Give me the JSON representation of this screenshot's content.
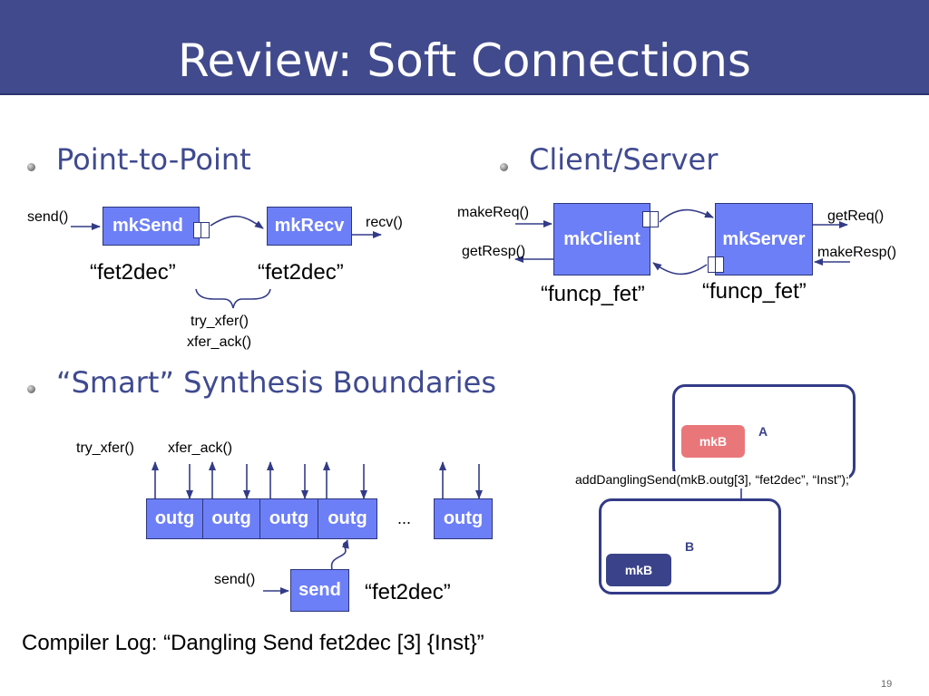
{
  "slide": {
    "title": "Review: Soft Connections",
    "page_number": "19",
    "compiler_log": "Compiler Log: “Dangling Send fet2dec [3] {Inst}”"
  },
  "sections": {
    "point_to_point": "Point-to-Point",
    "client_server": "Client/Server",
    "smart": "“Smart” Synthesis Boundaries"
  },
  "p2p": {
    "send_method": "send()",
    "recv_method": "recv()",
    "send_module": "mkSend",
    "recv_module": "mkRecv",
    "send_name": "“fet2dec”",
    "recv_name": "“fet2dec”",
    "method_1": "try_xfer()",
    "method_2": "xfer_ack()"
  },
  "cs": {
    "client_module": "mkClient",
    "server_module": "mkServer",
    "make_req": "makeReq()",
    "get_resp": "getResp()",
    "get_req": "getReq()",
    "make_resp": "makeResp()",
    "client_name": "“funcp_fet”",
    "server_name": "“funcp_fet”"
  },
  "smart": {
    "try_label": "try_xfer()",
    "ack_label": "xfer_ack()",
    "outg_labels": [
      "outg",
      "outg",
      "outg",
      "outg",
      "outg"
    ],
    "ellipsis": "...",
    "send_method": "send()",
    "send_module": "send",
    "send_name": "“fet2dec”",
    "code": "addDanglingSend(mkB.outg[3], “fet2dec”, “Inst”);",
    "module_a_label": "A",
    "module_a_inner": "mkB",
    "module_b_label": "B",
    "module_b_inner": "mkB"
  },
  "colors": {
    "title_bar": "#414a8c",
    "heading": "#3f4a90",
    "box_fill": "#6d7ff7",
    "line": "#333b87",
    "mkb_a": "#e9777a",
    "mkb_b": "#3a4389"
  }
}
